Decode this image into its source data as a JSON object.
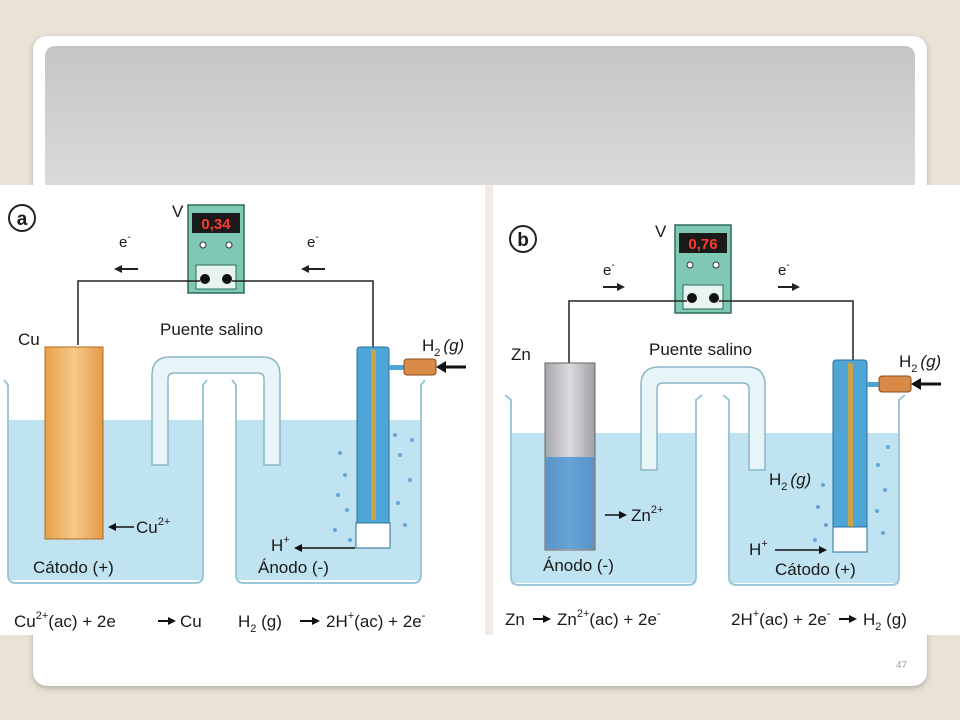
{
  "slide": {
    "page_number": "47"
  },
  "panel_a": {
    "label": "a",
    "voltmeter_symbol": "V",
    "voltage_reading": "0,34",
    "electron_left": "e",
    "electron_right": "e",
    "electron_sup": "-",
    "bridge_label": "Puente salino",
    "electrode_metal": "Cu",
    "gas_main": "H",
    "gas_sub": "2",
    "gas_state": "(g)",
    "ion_cu_main": "Cu",
    "ion_cu_sup": "2+",
    "ion_h_main": "H",
    "ion_h_sup": "+",
    "cathode_label": "Cátodo (+)",
    "anode_label": "Ánodo (-)",
    "eq_left_1": "Cu",
    "eq_left_sup": "2+",
    "eq_left_2": "(ac) + 2e",
    "eq_left_3": "Cu",
    "eq_right_1": "H",
    "eq_right_sub": "2",
    "eq_right_2": " (g)",
    "eq_right_3": "2H",
    "eq_right_sup": "+",
    "eq_right_4": "(ac) + 2e"
  },
  "panel_b": {
    "label": "b",
    "voltmeter_symbol": "V",
    "voltage_reading": "0,76",
    "electron_left": "e",
    "electron_right": "e",
    "electron_sup": "-",
    "bridge_label": "Puente salino",
    "electrode_metal": "Zn",
    "gas_main": "H",
    "gas_sub": "2",
    "gas_state": "(g)",
    "gas_inner_main": "H",
    "gas_inner_sub": "2",
    "gas_inner_state": "(g)",
    "ion_zn_main": "Zn",
    "ion_zn_sup": "2+",
    "ion_h_main": "H",
    "ion_h_sup": "+",
    "anode_label": "Ánodo (-)",
    "cathode_label": "Cátodo (+)",
    "eq_left_1": "Zn",
    "eq_left_2": "Zn",
    "eq_left_sup": "2+",
    "eq_left_3": "(ac) + 2e",
    "eq_right_1": "2H",
    "eq_right_sup": "+",
    "eq_right_2": "(ac) + 2e",
    "eq_right_3": "H",
    "eq_right_sub": "2",
    "eq_right_4": " (g)"
  }
}
